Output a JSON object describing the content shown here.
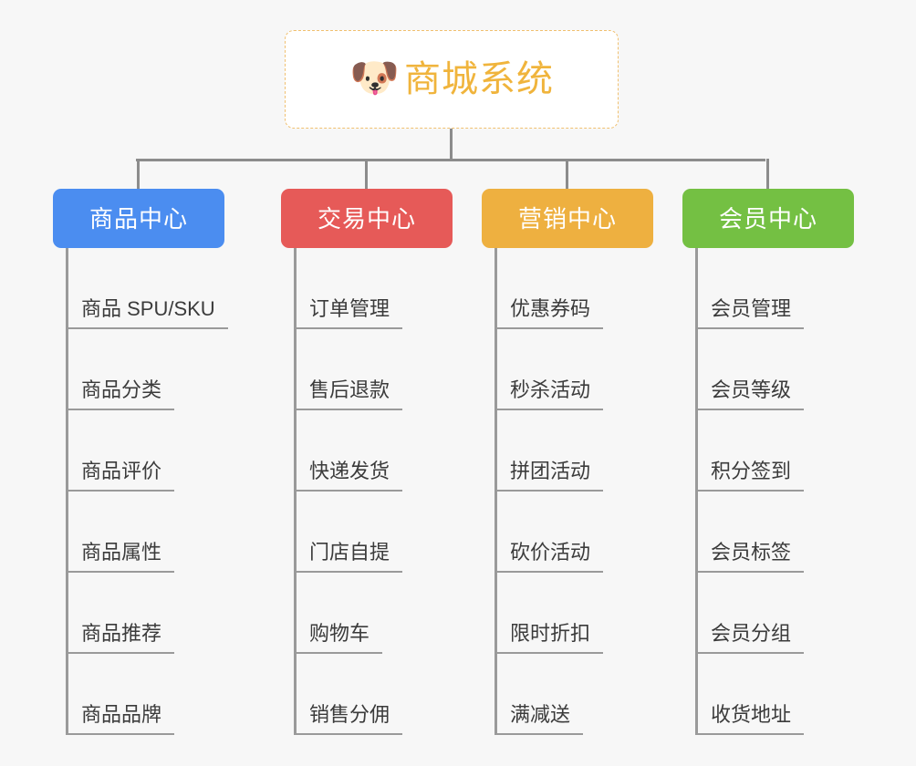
{
  "page": {
    "background_color": "#f7f7f7",
    "type": "organization-mindmap"
  },
  "root": {
    "icon": "shiba-dog-emoji",
    "emoji": "🐶",
    "title": "商城系统",
    "text_color": "#f0b43c",
    "border_color": "#f0c070"
  },
  "connector_color": "#8c8c8c",
  "columns": [
    {
      "id": "product-center",
      "title": "商品中心",
      "color": "#4b8df0",
      "items": [
        "商品 SPU/SKU",
        "商品分类",
        "商品评价",
        "商品属性",
        "商品推荐",
        "商品品牌"
      ]
    },
    {
      "id": "trade-center",
      "title": "交易中心",
      "color": "#e65a58",
      "items": [
        "订单管理",
        "售后退款",
        "快递发货",
        "门店自提",
        "购物车",
        "销售分佣"
      ]
    },
    {
      "id": "marketing-center",
      "title": "营销中心",
      "color": "#eeb040",
      "items": [
        "优惠券码",
        "秒杀活动",
        "拼团活动",
        "砍价活动",
        "限时折扣",
        "满减送"
      ]
    },
    {
      "id": "member-center",
      "title": "会员中心",
      "color": "#74c043",
      "items": [
        "会员管理",
        "会员等级",
        "积分签到",
        "会员标签",
        "会员分组",
        "收货地址"
      ]
    }
  ]
}
